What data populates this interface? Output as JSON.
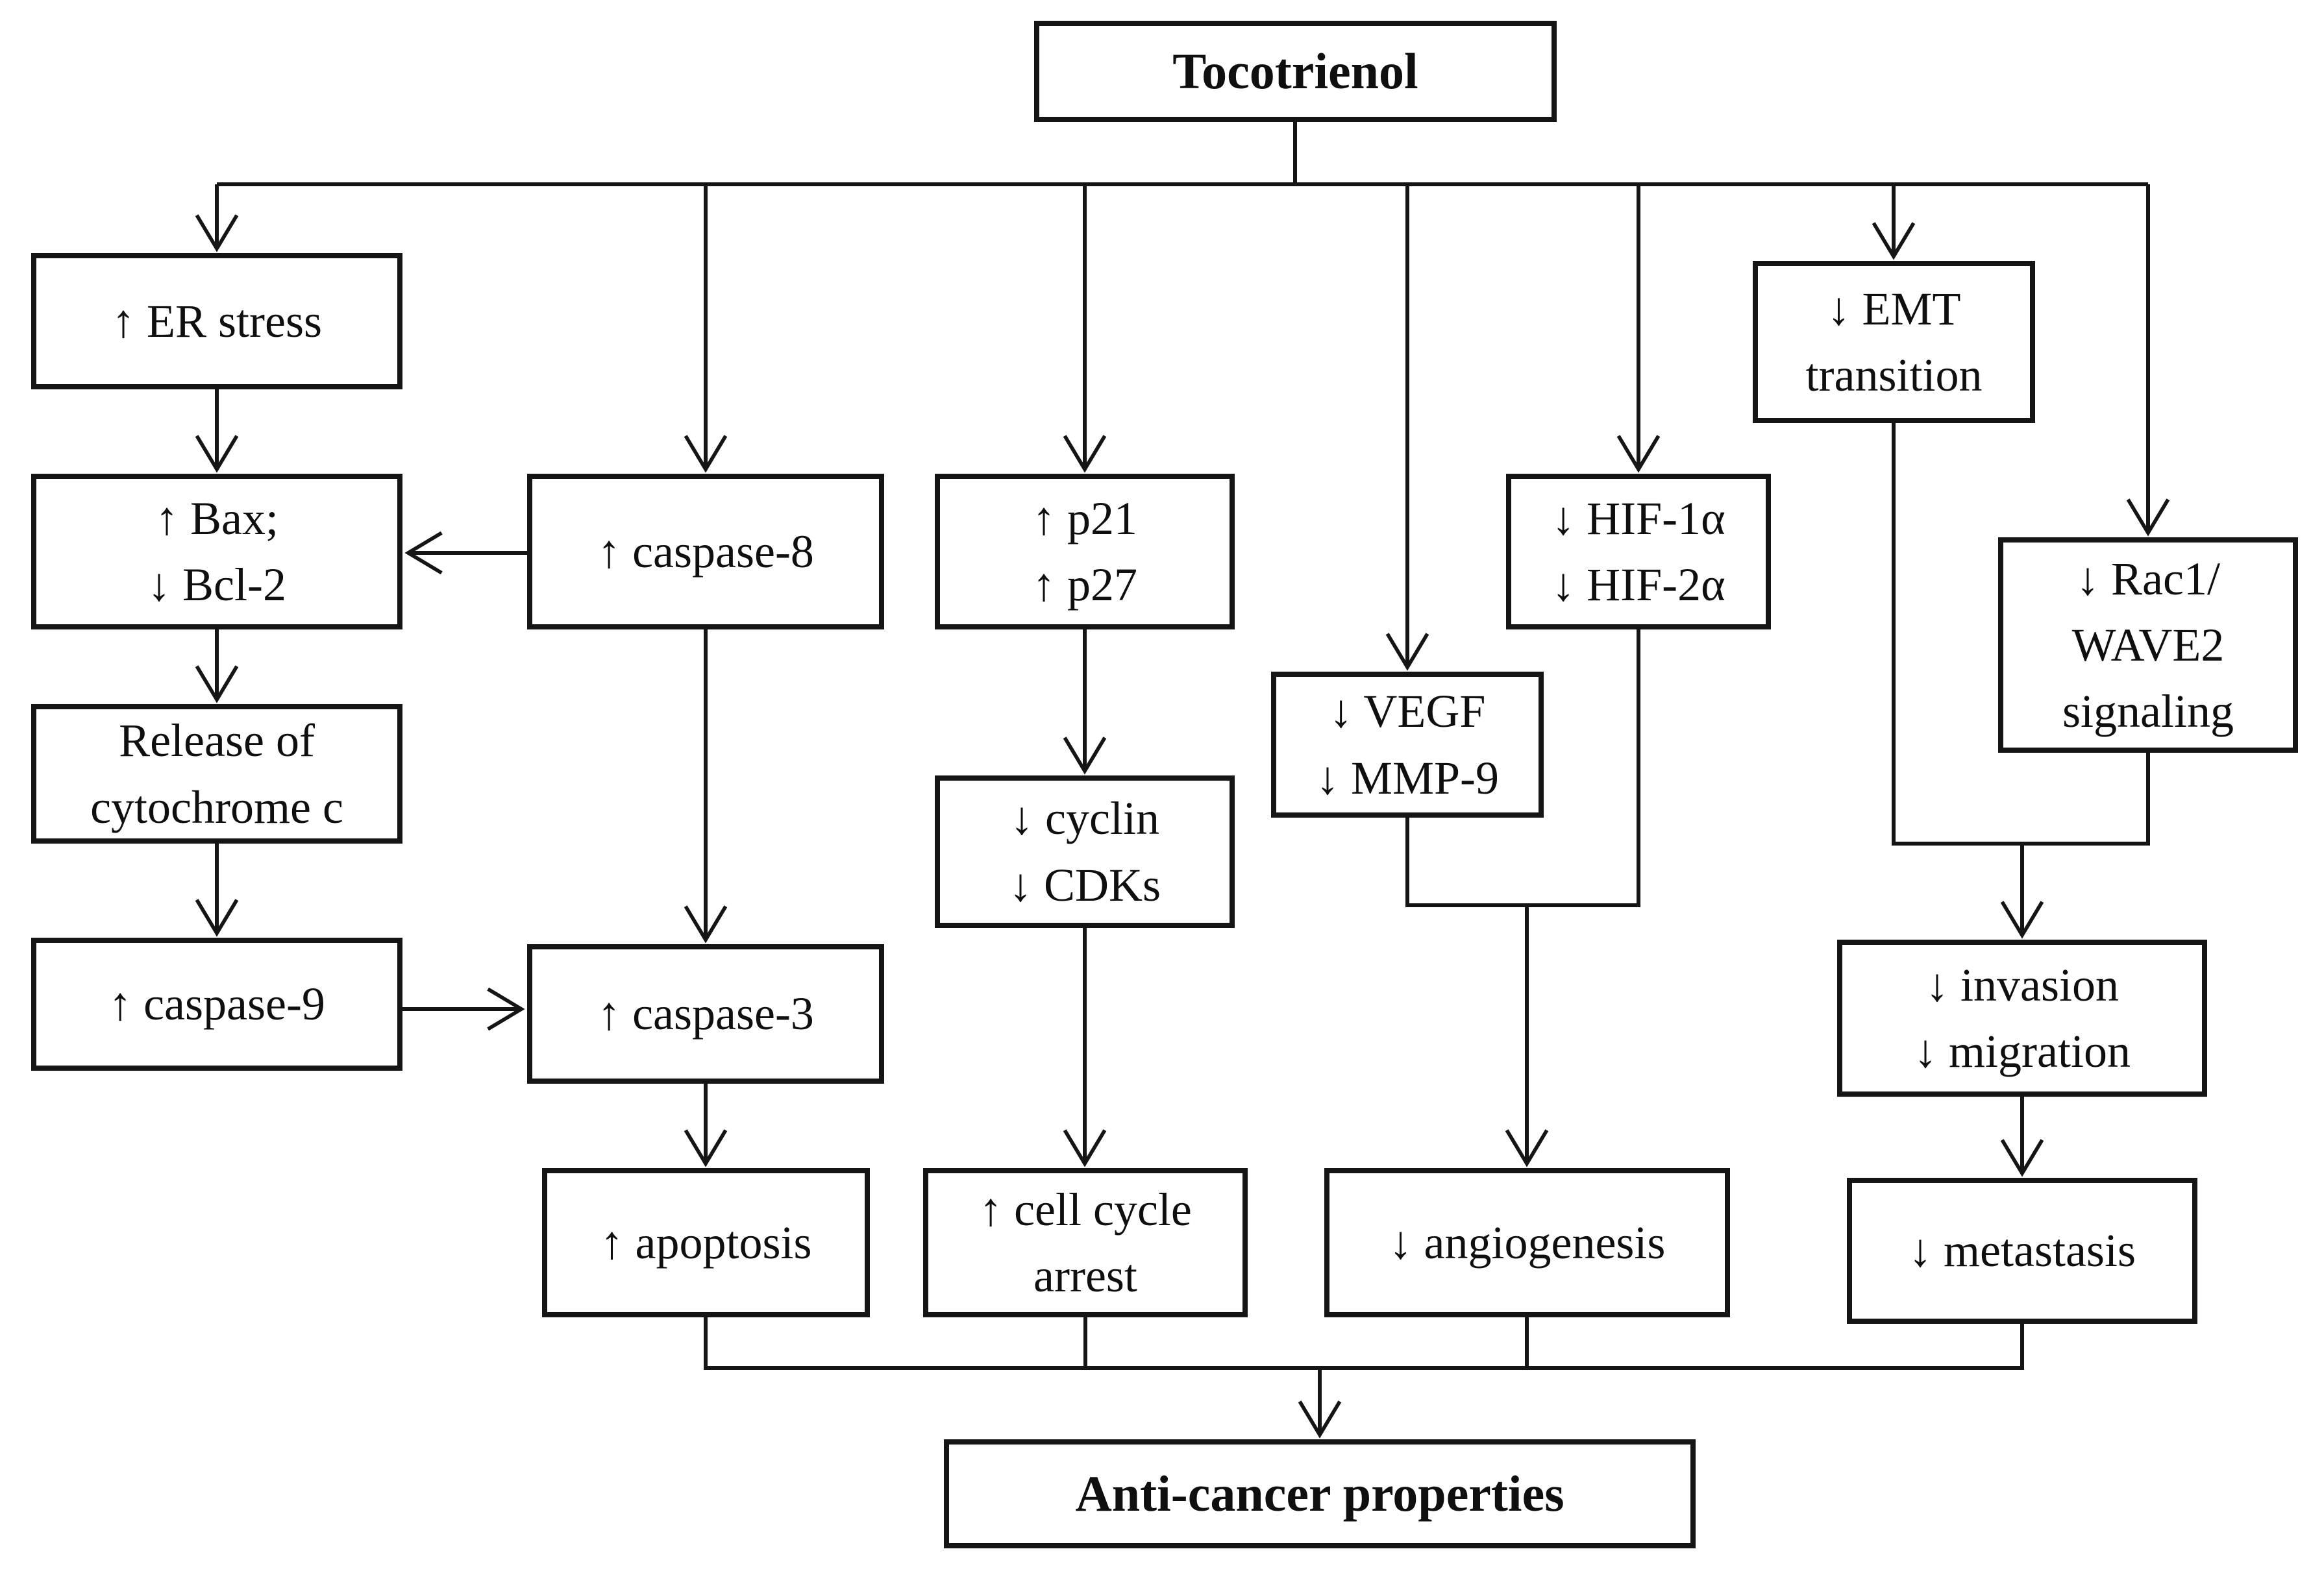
{
  "nodes": {
    "tocotrienol": {
      "label": "Tocotrienol"
    },
    "er_stress": {
      "label": "↑ ER stress"
    },
    "bax_bcl2": {
      "lines": [
        "↑ Bax;",
        "↓ Bcl-2"
      ]
    },
    "cytochrome_c": {
      "lines": [
        "Release of",
        "cytochrome c"
      ]
    },
    "caspase9": {
      "label": "↑ caspase-9"
    },
    "caspase8": {
      "label": "↑ caspase-8"
    },
    "caspase3": {
      "label": "↑ caspase-3"
    },
    "apoptosis": {
      "label": "↑ apoptosis"
    },
    "p21_p27": {
      "lines": [
        "↑ p21",
        "↑ p27"
      ]
    },
    "cyclin_cdks": {
      "lines": [
        "↓ cyclin",
        "↓ CDKs"
      ]
    },
    "cell_cycle_arrest": {
      "lines": [
        "↑ cell cycle",
        "arrest"
      ]
    },
    "vegf_mmp9": {
      "lines": [
        "↓ VEGF",
        "↓ MMP-9"
      ]
    },
    "hif": {
      "lines": [
        "↓ HIF-1α",
        "↓ HIF-2α"
      ]
    },
    "angiogenesis": {
      "label": "↓ angiogenesis"
    },
    "emt": {
      "lines": [
        "↓ EMT",
        "transition"
      ]
    },
    "rac1_wave2": {
      "lines": [
        "↓ Rac1/",
        "WAVE2",
        "signaling"
      ]
    },
    "invasion_migration": {
      "lines": [
        "↓ invasion",
        "↓ migration"
      ]
    },
    "metastasis": {
      "label": "↓ metastasis"
    },
    "anti_cancer": {
      "label": "Anti-cancer properties"
    }
  },
  "colors": {
    "background": "#ffffff",
    "line": "#151515",
    "box_border": "#151515",
    "text": "#0f0f0f"
  }
}
